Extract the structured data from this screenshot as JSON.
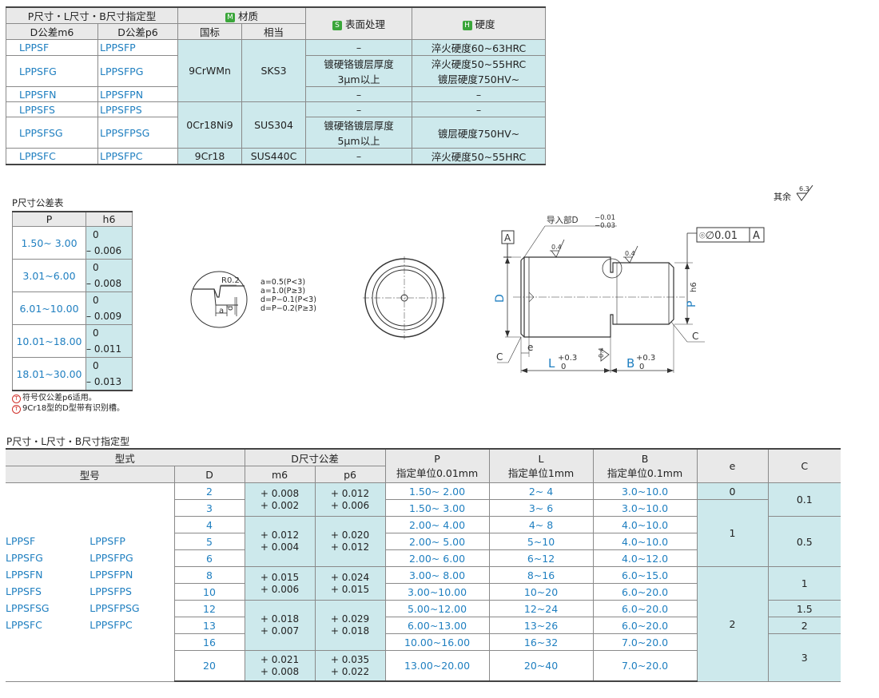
{
  "spec_table": {
    "h_p_l_b": "P尺寸・L尺寸・B尺寸指定型",
    "h_dm6": "D公差m6",
    "h_dp6": "D公差p6",
    "m_badge": "M",
    "h_material": "材质",
    "h_gb": "国标",
    "h_equiv": "相当",
    "s_badge": "S",
    "h_surface": "表面处理",
    "h_badge": "H",
    "h_hardness": "硬度",
    "rows": [
      {
        "m6": "LPPSF",
        "p6": "LPPSFP",
        "surface": "–",
        "hardness": "淬火硬度60~63HRC"
      },
      {
        "m6": "LPPSFG",
        "p6": "LPPSFPG",
        "surface1": "镀硬铬镀层厚度",
        "surface2": "3μm以上",
        "hardness1": "淬火硬度50~55HRC",
        "hardness2": "镀层硬度750HV~"
      },
      {
        "m6": "LPPSFN",
        "p6": "LPPSFPN",
        "surface": "–",
        "hardness": "–"
      },
      {
        "m6": "LPPSFS",
        "p6": "LPPSFPS",
        "surface": "–",
        "hardness": "–"
      },
      {
        "m6": "LPPSFSG",
        "p6": "LPPSFPSG",
        "surface1": "镀硬铬镀层厚度",
        "surface2": "5μm以上",
        "hardness": "镀层硬度750HV~"
      },
      {
        "m6": "LPPSFC",
        "p6": "LPPSFPC",
        "gb": "9Cr18",
        "equiv": "SUS440C",
        "surface": "–",
        "hardness": "淬火硬度50~55HRC"
      }
    ],
    "group1_gb": "9CrWMn",
    "group1_equiv": "SKS3",
    "group2_gb": "0Cr18Ni9",
    "group2_equiv": "SUS304"
  },
  "roughness_note": {
    "label": "其余",
    "value": "6.3"
  },
  "p_tolerance": {
    "title": "P尺寸公差表",
    "col_p": "P",
    "col_h6": "h6",
    "rows": [
      {
        "range": "1.50~ 3.00",
        "upper": "0",
        "lower": "–  0.006"
      },
      {
        "range": "3.01~6.00",
        "upper": "0",
        "lower": "–  0.008"
      },
      {
        "range": "6.01~10.00",
        "upper": "0",
        "lower": "–  0.009"
      },
      {
        "range": "10.01~18.00",
        "upper": "0",
        "lower": "–  0.011"
      },
      {
        "range": "18.01~30.00",
        "upper": "0",
        "lower": "–  0.013"
      }
    ],
    "note_mark": "T",
    "note1": "符号仅公差p6适用。",
    "note2": "9Cr18型的D型带有识别槽。"
  },
  "detail": {
    "r": "R0.2",
    "a": "a",
    "d": "d",
    "f1": "a=0.5(P<3)",
    "f2": "a=1.0(P≥3)",
    "f3": "d=P−0.1(P<3)",
    "f4": "d=P−0.2(P≥3)"
  },
  "drawing": {
    "datum": "A",
    "lead": "导入部D",
    "lead_tol_u": "−0.01",
    "lead_tol_l": "−0.03",
    "rough": "0.4",
    "tol_frame": "⌾∅0.01",
    "tol_datum": "A",
    "d": "D",
    "p": "P",
    "p_tol": "h6",
    "c": "C",
    "e": "e",
    "l": "L",
    "b": "B",
    "plus": "+0.3",
    "zero": "0"
  },
  "spec2": {
    "title": "P尺寸・L尺寸・B尺寸指定型",
    "h_type": "型式",
    "h_model": "型号",
    "h_d": "D",
    "h_dtol": "D尺寸公差",
    "h_m6": "m6",
    "h_p6": "p6",
    "h_p": "P",
    "h_p_unit": "指定单位0.01mm",
    "h_l": "L",
    "h_l_unit": "指定单位1mm",
    "h_b": "B",
    "h_b_unit": "指定单位0.1mm",
    "h_e": "e",
    "h_c": "C",
    "models": [
      [
        "LPPSF",
        "LPPSFP"
      ],
      [
        "LPPSFG",
        "LPPSFPG"
      ],
      [
        "LPPSFN",
        "LPPSFPN"
      ],
      [
        "LPPSFS",
        "LPPSFPS"
      ],
      [
        "LPPSFSG",
        "LPPSFPSG"
      ],
      [
        "LPPSFC",
        "LPPSFPC"
      ]
    ],
    "rows": [
      {
        "d": "2",
        "p": "1.50~ 2.00",
        "l": "2~ 4",
        "b": "3.0~10.0"
      },
      {
        "d": "3",
        "p": "1.50~ 3.00",
        "l": "3~ 6",
        "b": "3.0~10.0"
      },
      {
        "d": "4",
        "p": "2.00~ 4.00",
        "l": "4~ 8",
        "b": "4.0~10.0"
      },
      {
        "d": "5",
        "p": "2.00~ 5.00",
        "l": "5~10",
        "b": "4.0~10.0"
      },
      {
        "d": "6",
        "p": "2.00~ 6.00",
        "l": "6~12",
        "b": "4.0~12.0"
      },
      {
        "d": "8",
        "p": "3.00~ 8.00",
        "l": "8~16",
        "b": "6.0~15.0"
      },
      {
        "d": "10",
        "p": "3.00~10.00",
        "l": "10~20",
        "b": "6.0~20.0"
      },
      {
        "d": "12",
        "p": "5.00~12.00",
        "l": "12~24",
        "b": "6.0~20.0"
      },
      {
        "d": "13",
        "p": "6.00~13.00",
        "l": "13~26",
        "b": "6.0~20.0"
      },
      {
        "d": "16",
        "p": "10.00~16.00",
        "l": "16~32",
        "b": "7.0~20.0"
      },
      {
        "d": "20",
        "p": "13.00~20.00",
        "l": "20~40",
        "b": "7.0~20.0"
      }
    ],
    "tol": [
      {
        "m6a": "+ 0.008",
        "m6b": "+ 0.002",
        "p6a": "+ 0.012",
        "p6b": "+ 0.006"
      },
      {
        "m6a": "+ 0.012",
        "m6b": "+ 0.004",
        "p6a": "+ 0.020",
        "p6b": "+ 0.012"
      },
      {
        "m6a": "+ 0.015",
        "m6b": "+ 0.006",
        "p6a": "+ 0.024",
        "p6b": "+ 0.015"
      },
      {
        "m6a": "+ 0.018",
        "m6b": "+ 0.007",
        "p6a": "+ 0.029",
        "p6b": "+ 0.018"
      },
      {
        "m6a": "+ 0.021",
        "m6b": "+ 0.008",
        "p6a": "+ 0.035",
        "p6b": "+ 0.022"
      }
    ],
    "e": [
      "0",
      "1",
      "2"
    ],
    "c": [
      "0.1",
      "0.5",
      "1",
      "1.5",
      "2",
      "3"
    ]
  }
}
